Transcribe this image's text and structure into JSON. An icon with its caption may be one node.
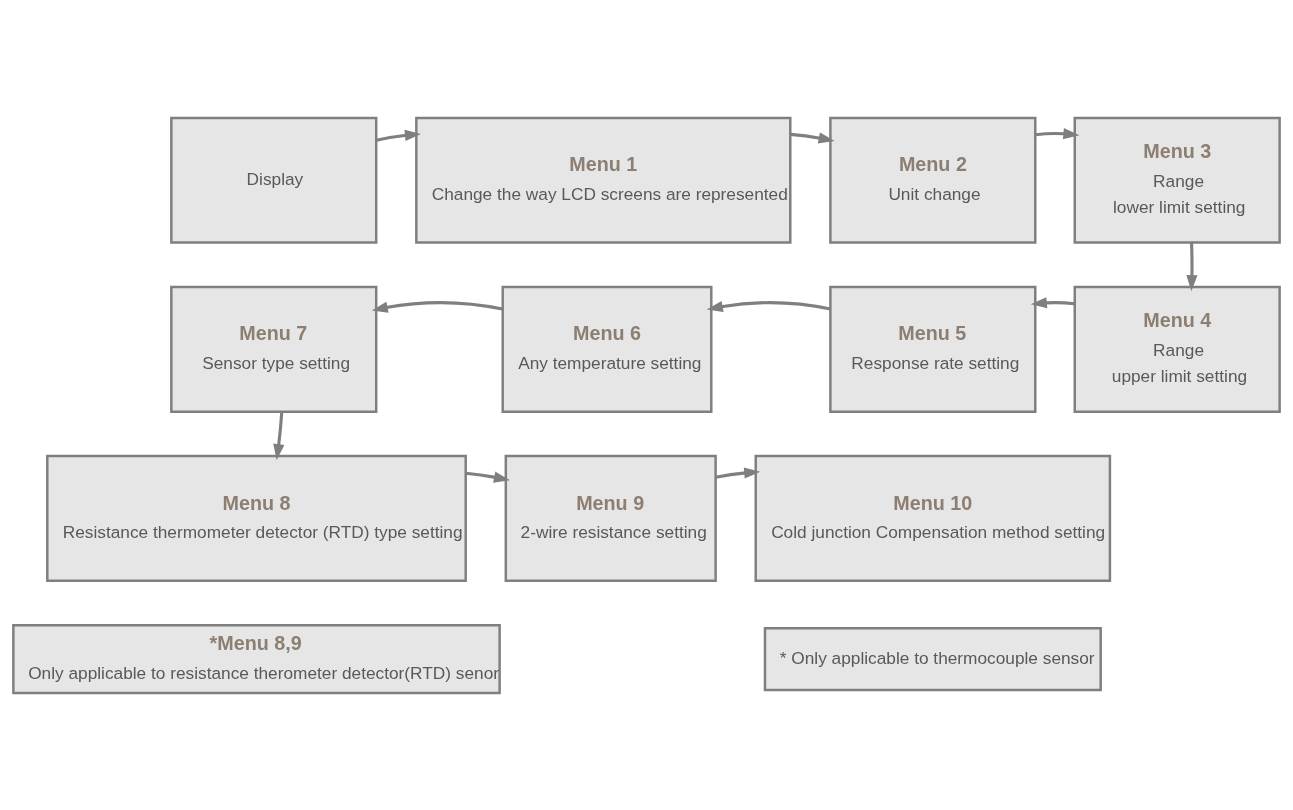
{
  "diagram": {
    "nodes": [
      {
        "text": [
          "Display"
        ]
      },
      {
        "text": [
          "Menu 1",
          "Change the way LCD screens are represented"
        ]
      },
      {
        "text": [
          "Menu 2",
          "Unit change"
        ]
      },
      {
        "text": [
          "Menu 3",
          "Range",
          "lower limit setting"
        ]
      },
      {
        "text": [
          "Menu 4",
          "Range",
          "upper limit setting"
        ]
      },
      {
        "text": [
          "Menu 5",
          "Response rate setting"
        ]
      },
      {
        "text": [
          "Menu 6",
          "Any temperature setting"
        ]
      },
      {
        "text": [
          "Menu 7",
          "Sensor type setting"
        ]
      },
      {
        "text": [
          "Menu 8",
          "Resistance thermometer detector (RTD) type setting"
        ]
      },
      {
        "text": [
          "Menu 9",
          "2-wire resistance setting"
        ]
      },
      {
        "text": [
          "Menu 10",
          "Cold junction Compensation method setting"
        ]
      },
      {
        "text": [
          "*Menu 8,9",
          "Only applicable to resistance therometer detector(RTD) senor"
        ]
      },
      {
        "text": [
          "* Only applicable to thermocouple sensor"
        ]
      }
    ],
    "edges": [
      {
        "from": 0,
        "to": 1,
        "arrow": "to"
      },
      {
        "from": 1,
        "to": 2,
        "arrow": "to"
      },
      {
        "from": 2,
        "to": 3,
        "arrow": "to"
      },
      {
        "from": 3,
        "to": 4,
        "arrow": "to"
      },
      {
        "from": 4,
        "to": 5,
        "arrow": "to"
      },
      {
        "from": 5,
        "to": 6,
        "arrow": "to"
      },
      {
        "from": 6,
        "to": 7,
        "arrow": "to"
      },
      {
        "from": 7,
        "to": 8,
        "arrow": "to"
      },
      {
        "from": 8,
        "to": 9,
        "arrow": "to"
      },
      {
        "from": 9,
        "to": 10,
        "arrow": "to"
      }
    ]
  }
}
